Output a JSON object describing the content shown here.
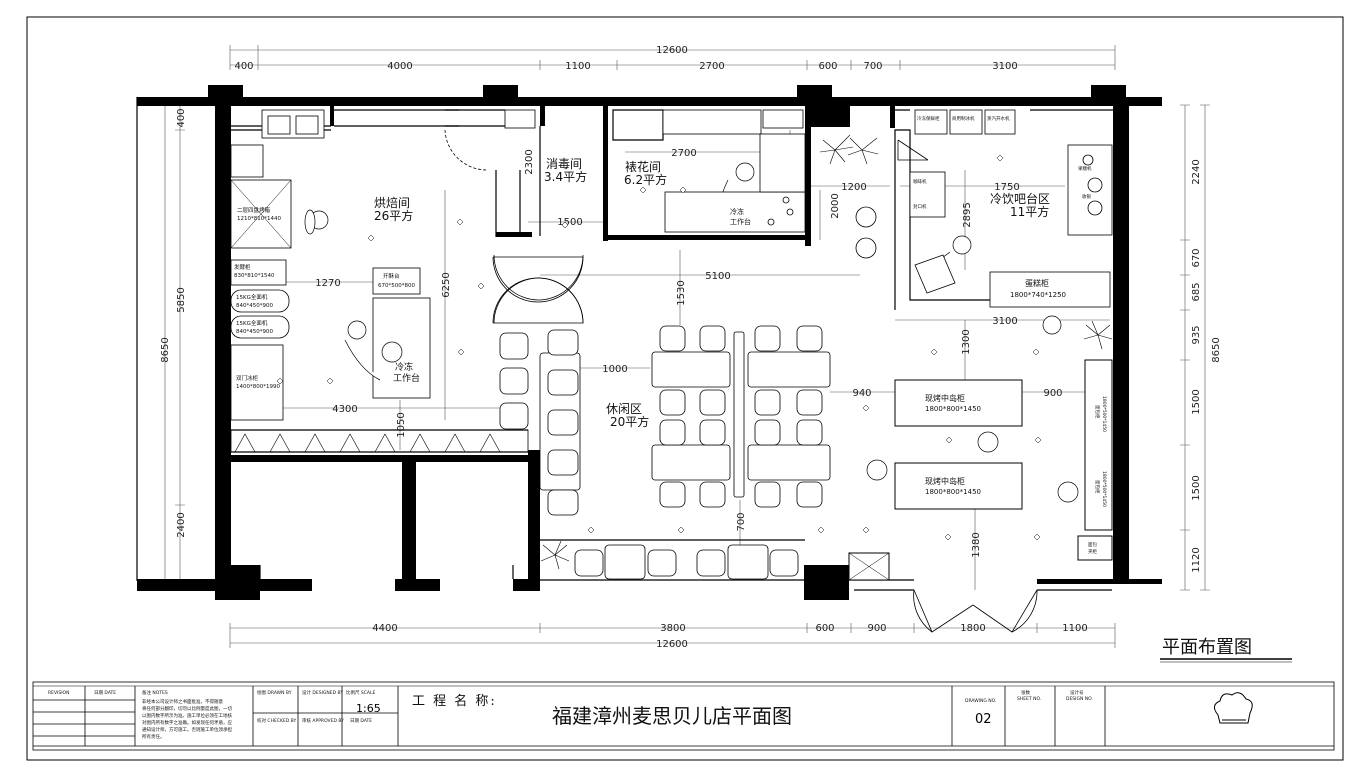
{
  "dims": {
    "total_width": "12600",
    "top_segments": [
      "400",
      "4000",
      "1100",
      "2700",
      "600",
      "700",
      "3100"
    ],
    "bottom_segments": [
      "4400",
      "3800",
      "600",
      "900",
      "1800",
      "1100"
    ],
    "left_total": "8650",
    "left_segments": [
      "400",
      "5850",
      "2400"
    ],
    "right_total": "8650",
    "right_segments": [
      "2240",
      "670",
      "685",
      "935",
      "1500",
      "1500",
      "1120"
    ],
    "interior": [
      "2700",
      "2300",
      "1500",
      "1200",
      "1750",
      "2000",
      "2895",
      "1270",
      "6250",
      "5100",
      "1530",
      "3100",
      "1000",
      "4300",
      "1050",
      "940",
      "900",
      "1380",
      "700",
      "1300"
    ]
  },
  "rooms": {
    "baking": {
      "name": "烘焙间",
      "area": "26平方"
    },
    "disinfect": {
      "name": "消毒间",
      "area": "3.4平方"
    },
    "decorating": {
      "name": "裱花间",
      "area": "6.2平方"
    },
    "bar": {
      "name": "冷饮吧台区",
      "area": "11平方"
    },
    "lounge": {
      "name": "休闲区",
      "area": "20平方"
    }
  },
  "equipment": {
    "oven": [
      "二层四盘烤箱",
      "1210*810*1440"
    ],
    "proofer": [
      "发酵柜",
      "830*810*1540"
    ],
    "mixer1": [
      "15KG全面机",
      "840*450*900"
    ],
    "mixer2": [
      "15KG全面机",
      "840*450*900"
    ],
    "fridge": [
      "双门冰柜",
      "1400*800*1990"
    ],
    "cold_table": [
      "冷冻",
      "工作台"
    ],
    "cold_table2": [
      "冷冻",
      "工作台"
    ],
    "sheeter": [
      "开酥台",
      "670*500*800"
    ],
    "cake_cabinet": [
      "蛋糕柜",
      "1800*740*1250"
    ],
    "island1": [
      "现烤中岛柜",
      "1800*800*1450"
    ],
    "island2": [
      "现烤中岛柜",
      "1800*800*1450"
    ],
    "bar_items": [
      "冷冻保鲜柜",
      "商用制冰机",
      "蒸汽开水机",
      "咖啡机",
      "封口机",
      "果糖机",
      "收银"
    ],
    "side_cabinet": [
      "面包柜",
      "1800*500*1450"
    ],
    "side_cabinet2": [
      "面包柜",
      "1800*500*1450"
    ],
    "bottom_box": [
      "面包",
      "夹柜"
    ]
  },
  "plan_title": "平面布置图",
  "title_block": {
    "revision": "REVISION",
    "date_label": "日期 DATE",
    "notes_label": "备注 NOTES",
    "notes_text": [
      "非经本公司设计师之书面批准，不得随意",
      "将任何部分翻印，切勿以比例量度此图，一切",
      "以图内数字所示为准。施工单位必须在工地核",
      "对图内所有数字之准确。如发现任何矛盾，应",
      "通知设计师，方可施工。否则施工单位须承担",
      "所有责任。"
    ],
    "drawn_by": "绘图 DRAWN BY",
    "designed_by": "设计 DESIGNED BY",
    "scale_label": "比例尺 SCALE",
    "scale": "1:65",
    "checked_by": "校对 CHECKED BY",
    "approved_by": "审核 APPROVED BY",
    "date2": "日期 DATE",
    "project_label": "工 程 名 称:",
    "project_title": "福建漳州麦思贝儿店平面图",
    "drawing_no_label": "DRAWING NO.",
    "drawing_no": "02",
    "sheet_label": [
      "张数",
      "SHEET NO."
    ],
    "design_label": [
      "设计号",
      "DESIGN NO."
    ]
  }
}
